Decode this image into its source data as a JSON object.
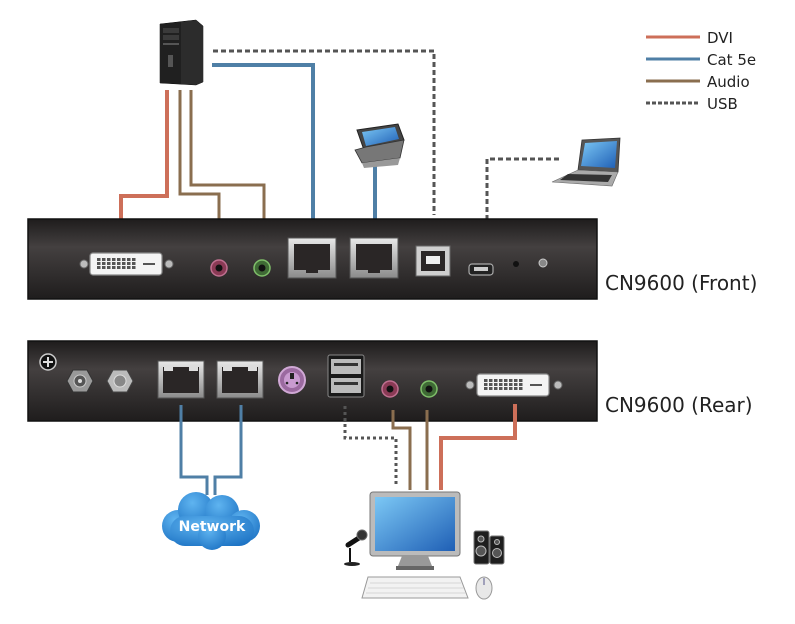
{
  "legend": {
    "items": [
      {
        "label": "DVI",
        "color": "#cd6f59",
        "style": "solid"
      },
      {
        "label": "Cat 5e",
        "color": "#4f7fa6",
        "style": "solid"
      },
      {
        "label": "Audio",
        "color": "#8a6e4f",
        "style": "solid"
      },
      {
        "label": "USB",
        "color": "#555555",
        "style": "dashed"
      }
    ]
  },
  "devices": {
    "front_label": "CN9600 (Front)",
    "rear_label": "CN9600 (Rear)",
    "network_label": "Network"
  },
  "colors": {
    "dvi": "#cd6f59",
    "cat5e": "#4f7fa6",
    "audio": "#8a6e4f",
    "usb": "#555555",
    "panel": "#2e2b2b",
    "cloud": "#2a86d4"
  }
}
